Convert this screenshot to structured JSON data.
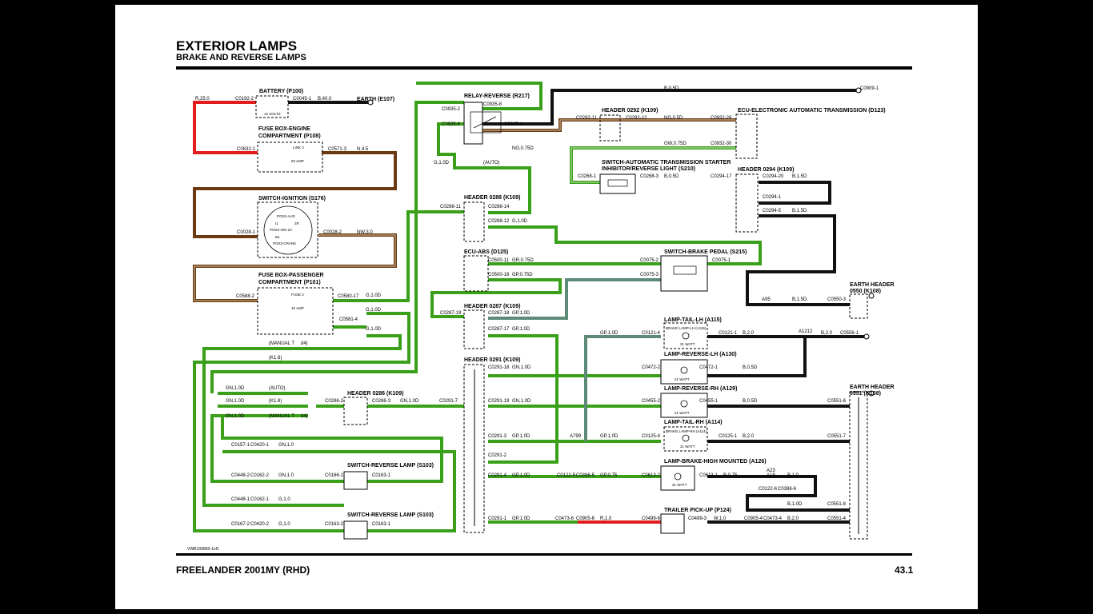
{
  "header": {
    "title": "EXTERIOR LAMPS",
    "subtitle": "BRAKE AND REVERSE LAMPS"
  },
  "footer": {
    "model": "FREELANDER 2001MY (RHD)",
    "page": "43.1",
    "doc_id": "VWR109860-1of1"
  },
  "components": {
    "battery": "BATTERY (P100)",
    "battery_rating": "12 VOLTS",
    "earth_e107": "EARTH (E107)",
    "fusebox_engine": "FUSE BOX-ENGINE",
    "fusebox_engine_2": "COMPARTMENT (P108)",
    "link3": "LINK 3",
    "link3_rating": "60 AMP",
    "ignition": "SWITCH-IGNITION (S176)",
    "ign_pos_aux": "POS2-AUX",
    "ign_pos1": "I1",
    "ign_pos_2r": "2R",
    "ign_pos_ign": "POS2-IGN 2A",
    "ign_pos_b": "B1",
    "ign_pos3": "POS3-CRANK",
    "fusebox_pass": "FUSE BOX-PASSENGER",
    "fusebox_pass_2": "COMPARTMENT (P101)",
    "fuse2": "FUSE 2",
    "fuse2_rating": "10 AMP",
    "relay_reverse": "RELAY-REVERSE (R217)",
    "header_0292": "HEADER 0292 (K109)",
    "ecu_transmission": "ECU-ELECTRONIC AUTOMATIC TRANSMISSION (D123)",
    "switch_inhibitor": "SWITCH-AUTOMATIC TRANSMISSION STARTER",
    "switch_inhibitor_2": "INHIBITOR/REVERSE LIGHT (S210)",
    "header_0294": "HEADER 0294 (K109)",
    "header_0288": "HEADER 0288 (K109)",
    "ecu_abs": "ECU-ABS (D125)",
    "switch_brake_pedal": "SWITCH-BRAKE PEDAL (S215)",
    "earth_header_0550": "EARTH HEADER",
    "earth_header_0550_2": "0550 (K108)",
    "header_0287": "HEADER 0287 (K109)",
    "lamp_tail_lh": "LAMP-TAIL-LH (A115)",
    "lamp_reverse_lh": "LAMP-REVERSE-LH (A130)",
    "header_0291": "HEADER 0291 (K109)",
    "lamp_reverse_rh": "LAMP-REVERSE-RH (A129)",
    "earth_header_0551": "EARTH HEADER",
    "earth_header_0551_2": "0551 (K108)",
    "header_0286": "HEADER 0286 (K109)",
    "lamp_tail_rh": "LAMP-TAIL-RH (A114)",
    "lamp_brake_hm": "LAMP-BRAKE-HIGH MOUNTED (A126)",
    "switch_reverse_1": "SWITCH-REVERSE LAMP (S103)",
    "switch_reverse_2": "SWITCH-REVERSE LAMP (S103)",
    "trailer": "TRAILER PICK-UP (P124)",
    "brake_lamp": "BRAKE LAMP-LH (A115)",
    "brake_lamp_rh": "BRAKE LAMP-RH (A114)",
    "watt21": "21 WATT"
  },
  "wire_labels": {
    "r25": "R,25.0",
    "b40": "B,40.0",
    "n45": "N,4.5",
    "nw30": "NW,3.0",
    "g10": "G,1.0D",
    "ng075": "NG,0.75D",
    "auto": "(AUTO)",
    "manual": "(MANUAL T",
    "d4": "d4)",
    "k18": "(K1.8)",
    "b05": "B,0.5D",
    "ng05": "NG,0.5D",
    "gw075": "GW,0.75D",
    "b15": "B,1.5D",
    "grey075": "GR,0.75D",
    "gp075": "GP,0.75D",
    "gp10": "GP,1.0D",
    "b20": "B,2.0",
    "gn10": "GN,1.0D",
    "gn1": "GN,1.0",
    "g1": "G,1.0",
    "gp1": "GP,1.0",
    "bn075": "B,0.75",
    "b1": "B,1.0",
    "r10": "R,1.0",
    "w10": "W,1.0",
    "b10": "B,1.0D",
    "a95": "A95",
    "a1212": "A1212",
    "a799": "A799",
    "a23": "A23",
    "a18": "A18",
    "gp075b": "GP,0.75"
  },
  "connectors": {
    "c0192_2": "C0192-2",
    "c0045_1": "C0045-1",
    "c0632_1": "C0632-1",
    "c0571_3": "C0571-3",
    "c0028_1": "C0028-1",
    "c0028_2": "C0028-2",
    "c0588_2": "C0588-2",
    "c0580_17": "C0580-17",
    "c0581_4": "C0581-4",
    "c0935_2": "C0935-2",
    "c0935_8": "C0935-8",
    "c0935_6": "C0935-6",
    "c0935_4": "C0935-4",
    "c0292_11": "C0292-11",
    "c0292_12": "C0292-12",
    "c0932_26": "C0932-26",
    "c0932_30": "C0932-30",
    "c0268_1": "C0268-1",
    "c0268_3": "C0268-3",
    "c0294_17": "C0294-17",
    "c0294_20": "C0294-20",
    "c0294_1": "C0294-1",
    "c0294_5": "C0294-5",
    "c0909_1": "C0909-1",
    "c0288_11": "C0288-11",
    "c0288_14": "C0288-14",
    "c0288_12": "C0288-12",
    "c0500_11": "C0500-11",
    "c0500_18": "C0500-18",
    "c0075_2": "C0075-2",
    "c0075_3": "C0075-3",
    "c0075_1": "C0075-1",
    "c0550_3": "C0550-3",
    "c0287_19": "C0287-19",
    "c0287_18": "C0287-18",
    "c0287_17": "C0287-17",
    "c0121_4": "C0121-4",
    "c0121_1": "C0121-1",
    "c0556_1": "C0556-1",
    "c0291_18": "C0291-18",
    "c0472_2": "C0472-2",
    "c0472_1": "C0472-1",
    "c0291_19": "C0291-19",
    "c0455_2": "C0455-2",
    "c0455_1": "C0455-1",
    "c0551_6": "C0551-6",
    "c0291_7": "C0291-7",
    "c0286_2": "C0286-2",
    "c0286_3": "C0286-3",
    "c0291_3": "C0291-3",
    "c0125_4": "C0125-4",
    "c0125_1": "C0125-1",
    "c0551_7": "C0551-7",
    "c0291_2": "C0291-2",
    "c0291_4": "C0291-4",
    "c0122_5": "C0122-5",
    "c0386_5": "C0386-5",
    "c0613_2": "C0613-2",
    "c0613_1": "C0613-1",
    "c0122_6": "C0122-6",
    "c0386_6": "C0386-6",
    "c0551_8": "C0551-8",
    "c0291_1": "C0291-1",
    "c0473_6": "C0473-6",
    "c0905_6": "C0905-6",
    "c0499_6": "C0499-6",
    "c0499_3": "C0499-3",
    "c0905_4": "C0905-4",
    "c0473_4": "C0473-4",
    "c0551_4": "C0551-4",
    "c0157_1": "C0157-1",
    "c0420_1": "C0420-1",
    "c0448_2": "C0448-2",
    "c0162_2": "C0162-2",
    "c0166_1": "C0166-1",
    "c0163_1": "C0163-1",
    "c0448_1": "C0448-1",
    "c0162_1": "C0162-1",
    "c0167_2": "C0167-2",
    "c0420_2": "C0420-2",
    "c0163_2": "C0163-2"
  },
  "colors": {
    "green": "#3aa019",
    "brown": "#6b3a10",
    "red": "#e21b1b",
    "black": "#111111",
    "gray": "#5e8a78"
  }
}
